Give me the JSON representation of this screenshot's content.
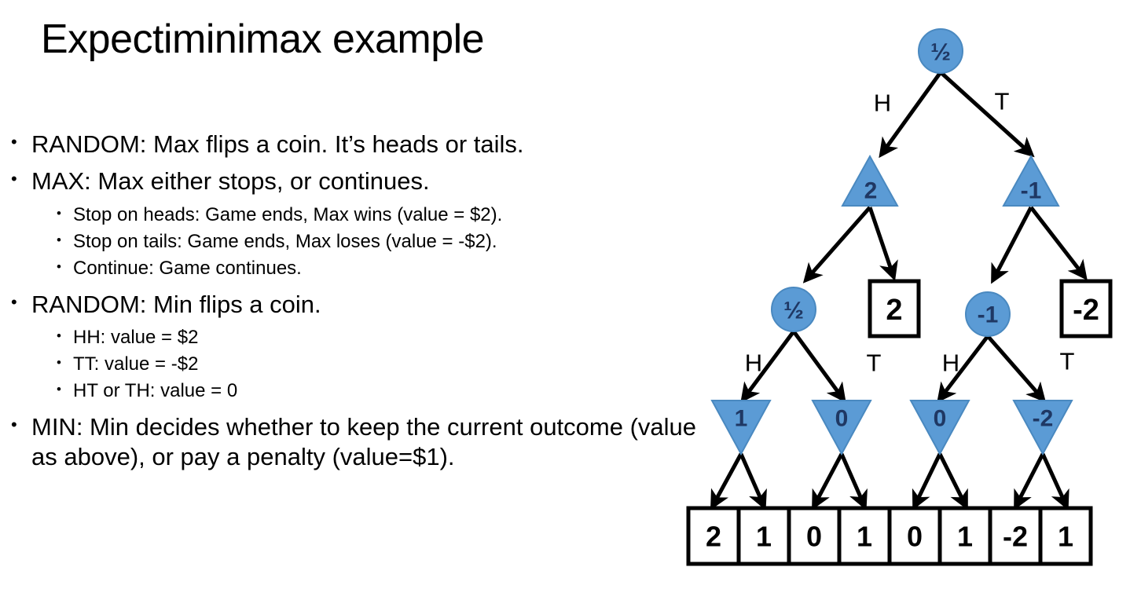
{
  "slide": {
    "title": "Expectiminimax example",
    "bullet_glyph": "•"
  },
  "body": {
    "items": [
      {
        "level": 1,
        "text": "RANDOM: Max flips a coin.  It’s heads or tails."
      },
      {
        "level": 1,
        "text": "MAX: Max either stops, or continues."
      },
      {
        "level": 2,
        "text": "Stop on heads: Game ends, Max wins (value = $2)."
      },
      {
        "level": 2,
        "text": "Stop on tails: Game ends, Max loses (value = -$2)."
      },
      {
        "level": 2,
        "text": "Continue: Game continues."
      },
      {
        "level": 1,
        "text": "RANDOM: Min flips a coin."
      },
      {
        "level": 2,
        "text": "HH: value = $2"
      },
      {
        "level": 2,
        "text": "TT: value = -$2"
      },
      {
        "level": 2,
        "text": "HT or TH: value = 0"
      },
      {
        "level": 1,
        "text": "MIN: Min decides whether to keep the current outcome (value as above), or pay a penalty (value=$1)."
      }
    ]
  },
  "colors": {
    "node_fill": "#5B9BD5",
    "node_stroke": "#4A89C0",
    "node_text": "#1F3864",
    "edge": "#000000",
    "leaf_fill": "#FFFFFF",
    "leaf_stroke": "#000000"
  },
  "tree": {
    "root": {
      "shape": "circle",
      "label": "½",
      "role": "chance"
    },
    "level1_edge_labels": [
      "H",
      "T"
    ],
    "max_nodes": [
      {
        "shape": "triangle-up",
        "label": "2",
        "role": "max"
      },
      {
        "shape": "triangle-up",
        "label": "-1",
        "role": "max"
      }
    ],
    "chance_nodes": [
      {
        "shape": "circle",
        "label": "½",
        "role": "chance"
      },
      {
        "shape": "circle",
        "label": "-1",
        "role": "chance"
      }
    ],
    "stop_terminals": [
      {
        "shape": "box",
        "label": "2",
        "role": "terminal"
      },
      {
        "shape": "box",
        "label": "-2",
        "role": "terminal"
      }
    ],
    "level3_edge_labels": [
      "H",
      "T",
      "H",
      "T"
    ],
    "min_nodes": [
      {
        "shape": "triangle-down",
        "label": "1",
        "role": "min"
      },
      {
        "shape": "triangle-down",
        "label": "0",
        "role": "min"
      },
      {
        "shape": "triangle-down",
        "label": "0",
        "role": "min"
      },
      {
        "shape": "triangle-down",
        "label": "-2",
        "role": "min"
      }
    ],
    "leaves": [
      {
        "shape": "box",
        "label": "2"
      },
      {
        "shape": "box",
        "label": "1"
      },
      {
        "shape": "box",
        "label": "0"
      },
      {
        "shape": "box",
        "label": "1"
      },
      {
        "shape": "box",
        "label": "0"
      },
      {
        "shape": "box",
        "label": "1"
      },
      {
        "shape": "box",
        "label": "-2"
      },
      {
        "shape": "box",
        "label": "1"
      }
    ]
  }
}
